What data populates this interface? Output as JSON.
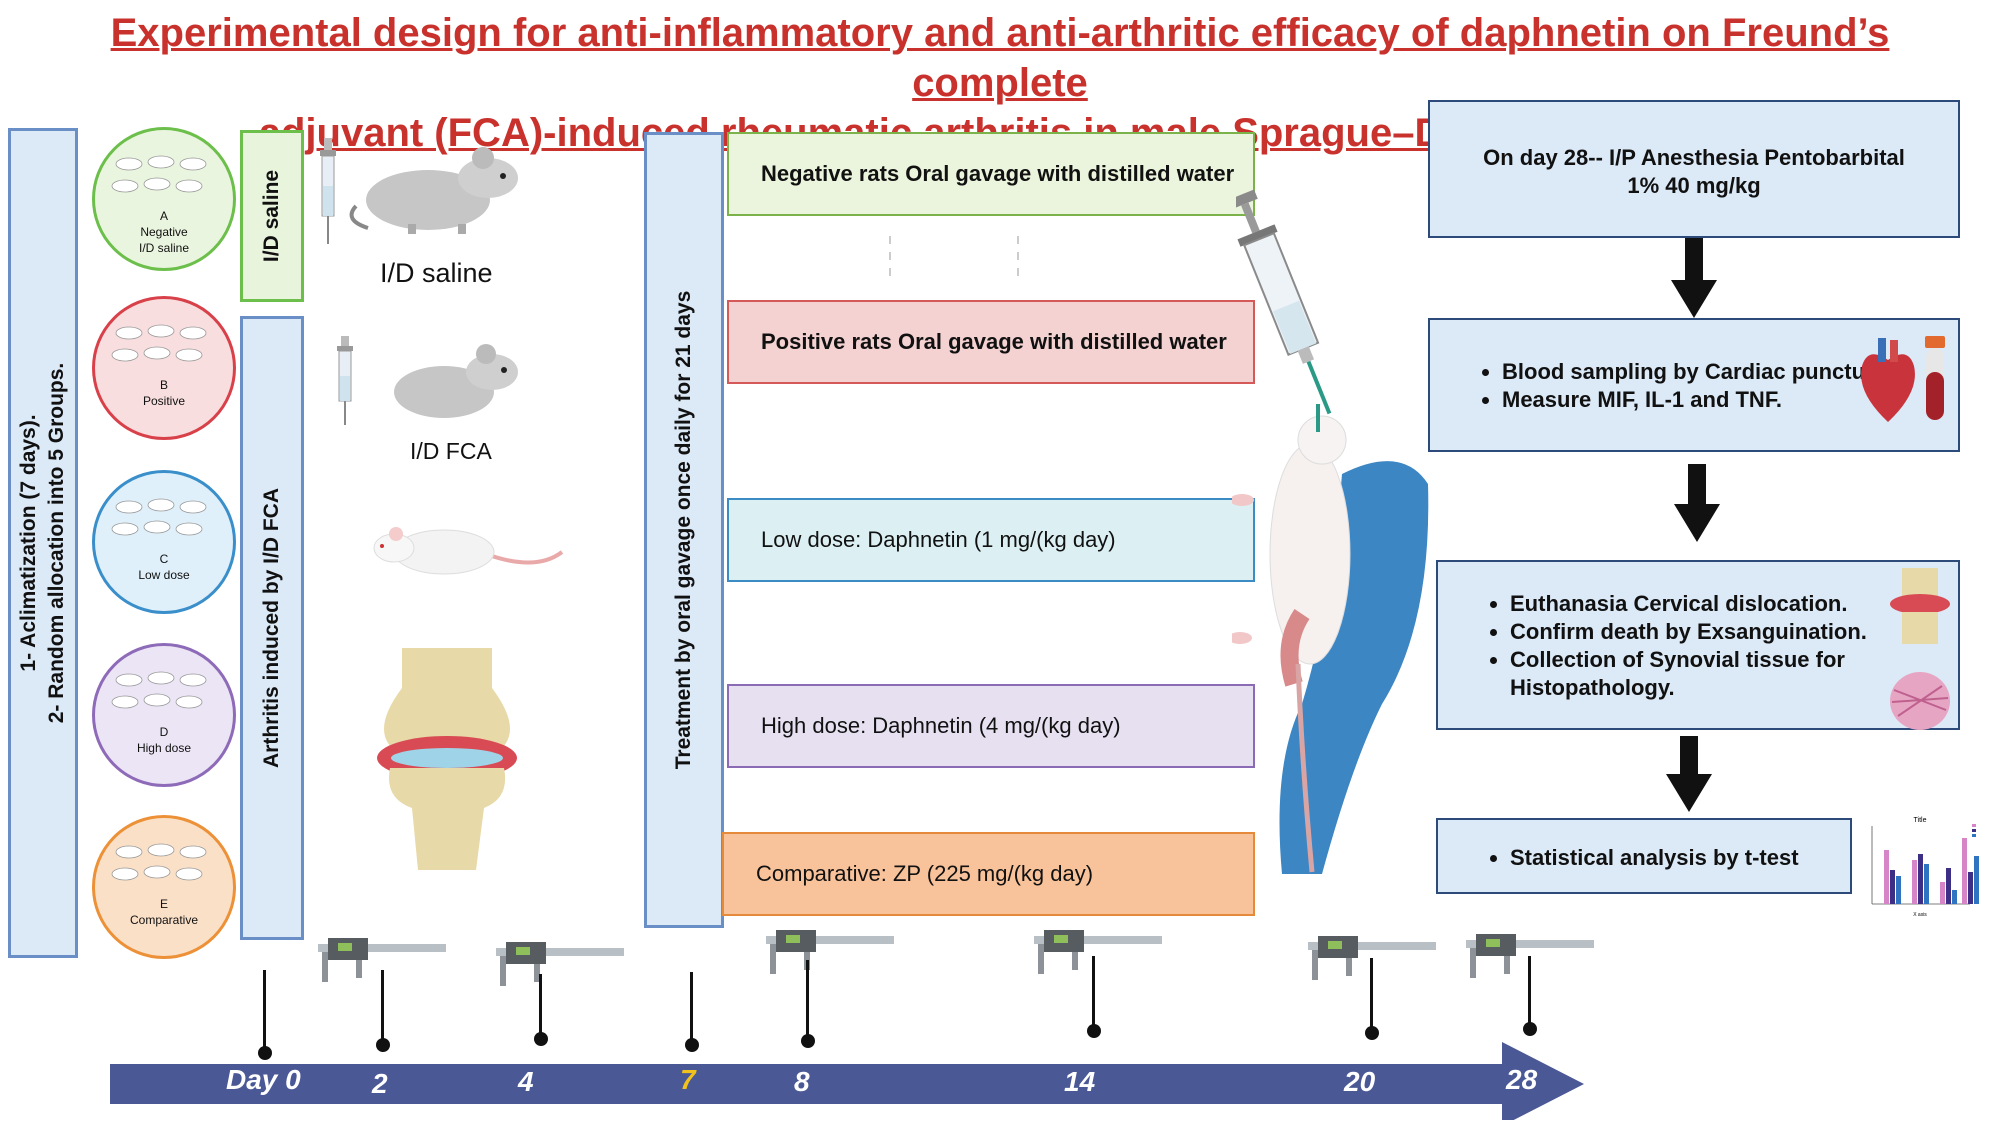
{
  "title_line1": "Experimental design for anti-inflammatory and anti-arthritic efficacy of daphnetin on Freund’s complete",
  "title_line2": "adjuvant (FCA)-induced rheumatic arthritis in male Sprague–Dawley (SD) rats.",
  "left_panel": {
    "line1": "1- Aclimatization (7 days).",
    "line2": "2- Random allocation into 5 Groups."
  },
  "groups": [
    {
      "letter": "A",
      "name": "Negative",
      "sub": "I/D saline",
      "color": "#6cbf4a",
      "fill": "#eaf5df"
    },
    {
      "letter": "B",
      "name": "Positive",
      "sub": "",
      "color": "#d9414a",
      "fill": "#f8dede"
    },
    {
      "letter": "C",
      "name": "Low dose",
      "sub": "",
      "color": "#3a8fcb",
      "fill": "#dff0fa"
    },
    {
      "letter": "D",
      "name": "High dose",
      "sub": "",
      "color": "#8e6bb8",
      "fill": "#ece5f5"
    },
    {
      "letter": "E",
      "name": "Comparative",
      "sub": "",
      "color": "#ec9138",
      "fill": "#fbe0c8"
    }
  ],
  "saline_box": "I/D saline",
  "fca_box": "Arthritis induced by I/D FCA",
  "saline_label": "I/D saline",
  "fca_label": "I/D FCA",
  "treatment_box": "Treatment by oral gavage once daily for 21 days",
  "treatments": [
    {
      "text": "Negative rats Oral gavage with distilled water",
      "fill": "#ebf4dc",
      "border": "#7bb24a",
      "bold": true
    },
    {
      "text": "Positive rats Oral gavage with distilled water",
      "fill": "#f5d2d2",
      "border": "#d45a5a",
      "bold": true
    },
    {
      "text": "Low dose: Daphnetin (1 mg/(kg day)",
      "fill": "#dcf0f4",
      "border": "#3b8cc4",
      "bold": false
    },
    {
      "text": "High dose: Daphnetin (4 mg/(kg day)",
      "fill": "#e6e0f1",
      "border": "#8b6bb5",
      "bold": false
    },
    {
      "text": "Comparative: ZP (225 mg/(kg day)",
      "fill": "#f8c39a",
      "border": "#e58a3a",
      "bold": false
    }
  ],
  "right": {
    "box1_l1": "On day 28-- I/P Anesthesia Pentobarbital",
    "box1_l2": "1% 40 mg/kg",
    "box2": [
      "Blood sampling by Cardiac puncture.",
      "Measure MIF, IL-1 and TNF."
    ],
    "box3": [
      "Euthanasia Cervical dislocation.",
      "Confirm death by Exsanguination.",
      "Collection of Synovial tissue for Histopathology."
    ],
    "box4": [
      "Statistical analysis by t-test"
    ]
  },
  "mini_chart": {
    "title": "Title",
    "xlabel": "X axis"
  },
  "timeline": {
    "ticks": [
      "Day 0",
      "2",
      "4",
      "7",
      "8",
      "14",
      "20",
      "28"
    ],
    "highlight": "7",
    "highlight_color": "#f1c21b",
    "color": "#4a5896"
  }
}
